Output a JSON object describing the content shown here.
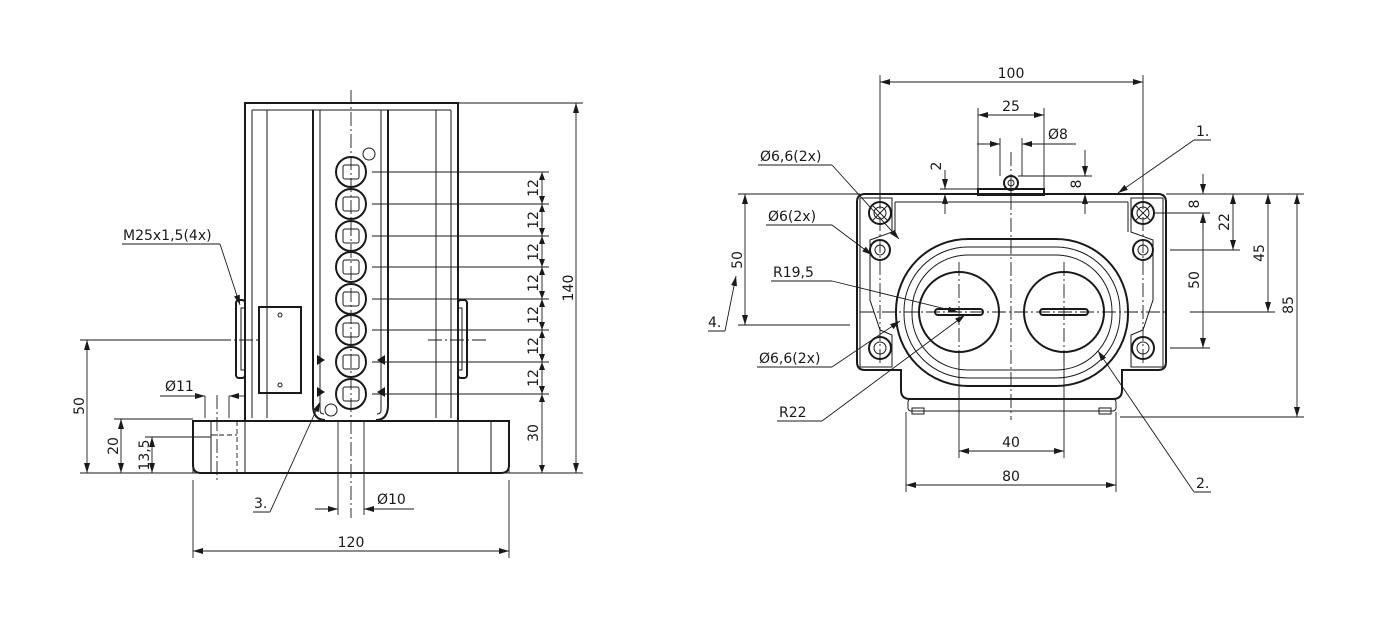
{
  "drawing": {
    "left_view": {
      "thread_callout": "M25x1,5(4x)",
      "dia_11": "Ø11",
      "dia_10": "Ø10",
      "pitch_labels": [
        "12",
        "12",
        "12",
        "12",
        "12",
        "12",
        "12"
      ],
      "dim_30": "30",
      "dim_140": "140",
      "dim_50": "50",
      "dim_20": "20",
      "dim_13_5": "13,5",
      "dim_120": "120",
      "item_3": "3."
    },
    "right_view": {
      "dim_100": "100",
      "dim_25": "25",
      "dia_8": "Ø8",
      "dim_2": "2",
      "dim_8_top": "8",
      "dia_6_6_top": "Ø6,6(2x)",
      "dia_6": "Ø6(2x)",
      "r_19_5": "R19,5",
      "dia_6_6_bottom": "Ø6,6(2x)",
      "r_22": "R22",
      "dim_50_left": "50",
      "dim_40": "40",
      "dim_80": "80",
      "dim_8_right": "8",
      "dim_22": "22",
      "dim_45": "45",
      "dim_50_right": "50",
      "dim_85": "85",
      "item_1": "1.",
      "item_2": "2.",
      "item_4": "4."
    }
  }
}
